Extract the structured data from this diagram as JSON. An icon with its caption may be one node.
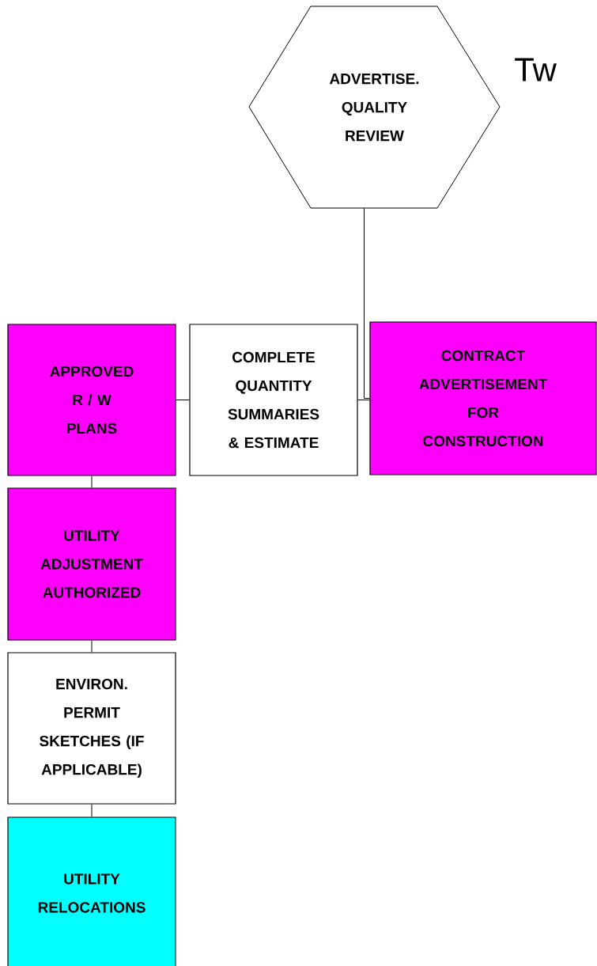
{
  "diagram": {
    "title": "Tw",
    "nodes": [
      {
        "text": [
          "ADVERTISE. QUALITY REVIEW"
        ]
      },
      {
        "text": [
          "APPROVED R / W PLANS"
        ]
      },
      {
        "text": [
          "COMPLETE QUANTITY SUMMARIES & ESTIMATE"
        ]
      },
      {
        "text": [
          "CONTRACT ADVERTISEMENT FOR CONSTRUCTION"
        ]
      },
      {
        "text": [
          "UTILITY ADJUSTMENT AUTHORIZED"
        ]
      },
      {
        "text": [
          "ENVIRON. PERMIT SKETCHES (IF APPLICABLE)"
        ]
      },
      {
        "text": [
          "UTILITY RELOCATIONS"
        ]
      }
    ],
    "edges": [
      {
        "from": 0,
        "to": 3,
        "arrow": "none"
      },
      {
        "from": 1,
        "to": 2,
        "arrow": "none"
      },
      {
        "from": 2,
        "to": 3,
        "arrow": "none"
      },
      {
        "from": 1,
        "to": 4,
        "arrow": "none"
      },
      {
        "from": 4,
        "to": 5,
        "arrow": "none"
      },
      {
        "from": 5,
        "to": 6,
        "arrow": "none"
      }
    ]
  }
}
